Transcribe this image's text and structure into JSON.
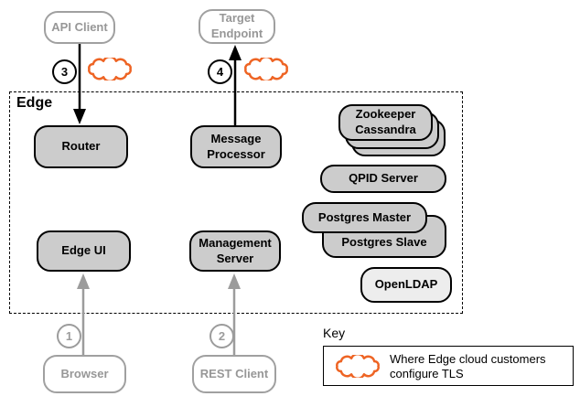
{
  "edge_box": {
    "label": "Edge"
  },
  "nodes": {
    "api_client": {
      "label": "API Client"
    },
    "target_endpoint": {
      "label": "Target Endpoint"
    },
    "router": {
      "label": "Router"
    },
    "message_processor": {
      "label": "Message Processor"
    },
    "edge_ui": {
      "label": "Edge UI"
    },
    "management_server": {
      "label": "Management Server"
    },
    "zookeeper": {
      "label": "Zookeeper"
    },
    "cassandra": {
      "label": "Cassandra"
    },
    "qpid_server": {
      "label": "QPID Server"
    },
    "postgres_master": {
      "label": "Postgres Master"
    },
    "postgres_slave": {
      "label": "Postgres Slave"
    },
    "openldap": {
      "label": "OpenLDAP"
    },
    "browser": {
      "label": "Browser"
    },
    "rest_client": {
      "label": "REST Client"
    }
  },
  "step_markers": {
    "step1": "1",
    "step2": "2",
    "step3": "3",
    "step4": "4"
  },
  "key": {
    "title": "Key",
    "cloud_meaning": "Where Edge cloud customers configure TLS"
  },
  "colors": {
    "cloud_orange": "#EE6424",
    "node_fill_gray": "#CCCCCC",
    "openldap_fill": "#EDEDED",
    "external_gray": "#9C9C9C",
    "border_black": "#000000"
  }
}
